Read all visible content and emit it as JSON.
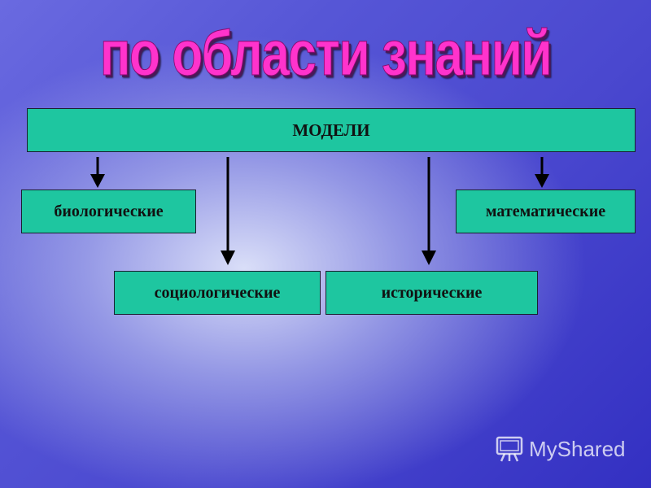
{
  "title": "по области знаний",
  "diagram": {
    "root": "МОДЕЛИ",
    "children": [
      "биологические",
      "социологические",
      "исторические",
      "математические"
    ]
  },
  "watermark": {
    "text": "MyShared",
    "icon": "projector-icon"
  },
  "colors": {
    "title": "#ff33cc",
    "box_fill": "#1ec6a0",
    "arrow": "#000000"
  }
}
